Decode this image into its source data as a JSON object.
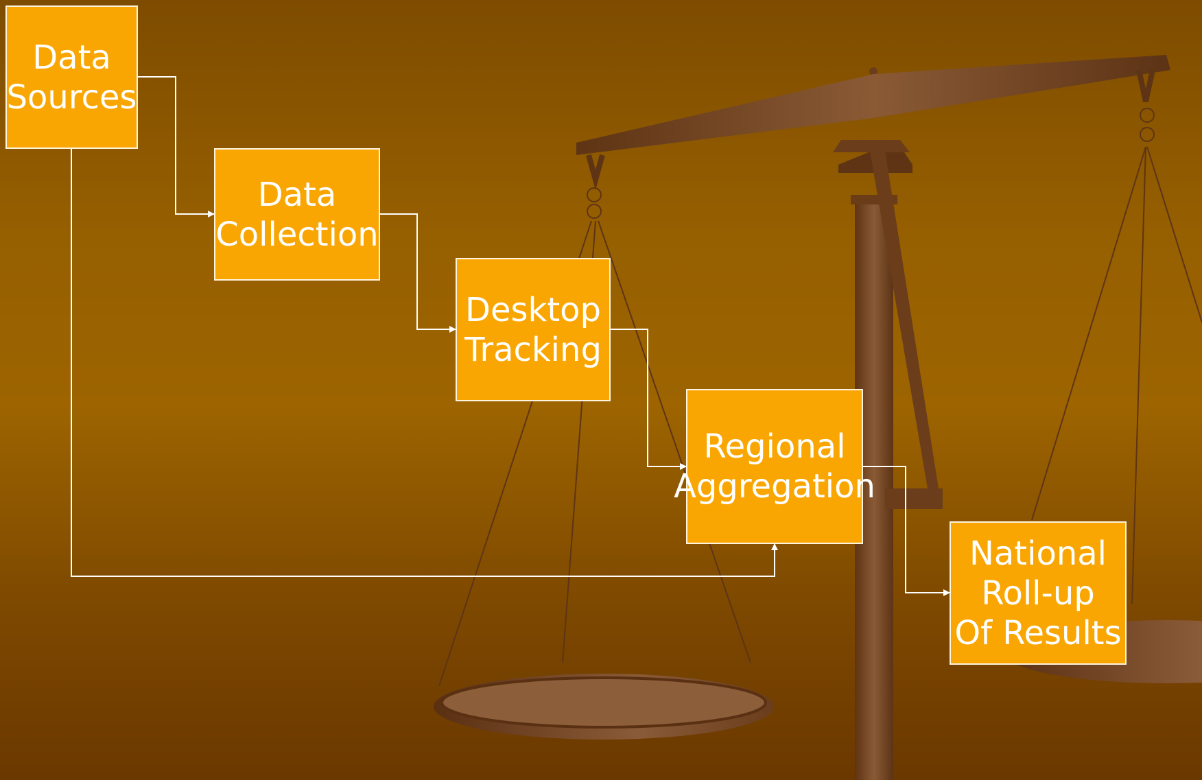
{
  "diagram": {
    "nodes": [
      {
        "id": "sources",
        "label": "Data\nSources"
      },
      {
        "id": "collection",
        "label": "Data\nCollection"
      },
      {
        "id": "desktop",
        "label": "Desktop\nTracking"
      },
      {
        "id": "regional",
        "label": "Regional\nAggregation"
      },
      {
        "id": "national",
        "label": "National\nRoll-up\nOf Results"
      }
    ],
    "edges": [
      {
        "from": "sources",
        "to": "collection"
      },
      {
        "from": "collection",
        "to": "desktop"
      },
      {
        "from": "desktop",
        "to": "regional"
      },
      {
        "from": "sources",
        "to": "regional"
      },
      {
        "from": "regional",
        "to": "national"
      }
    ]
  },
  "colors": {
    "box_fill": "#f9a602",
    "box_text": "#ffffff",
    "connector": "#ffffff",
    "background": "#8f5a00",
    "scale": "#7a4a2a"
  },
  "background_image": "balance-scale"
}
